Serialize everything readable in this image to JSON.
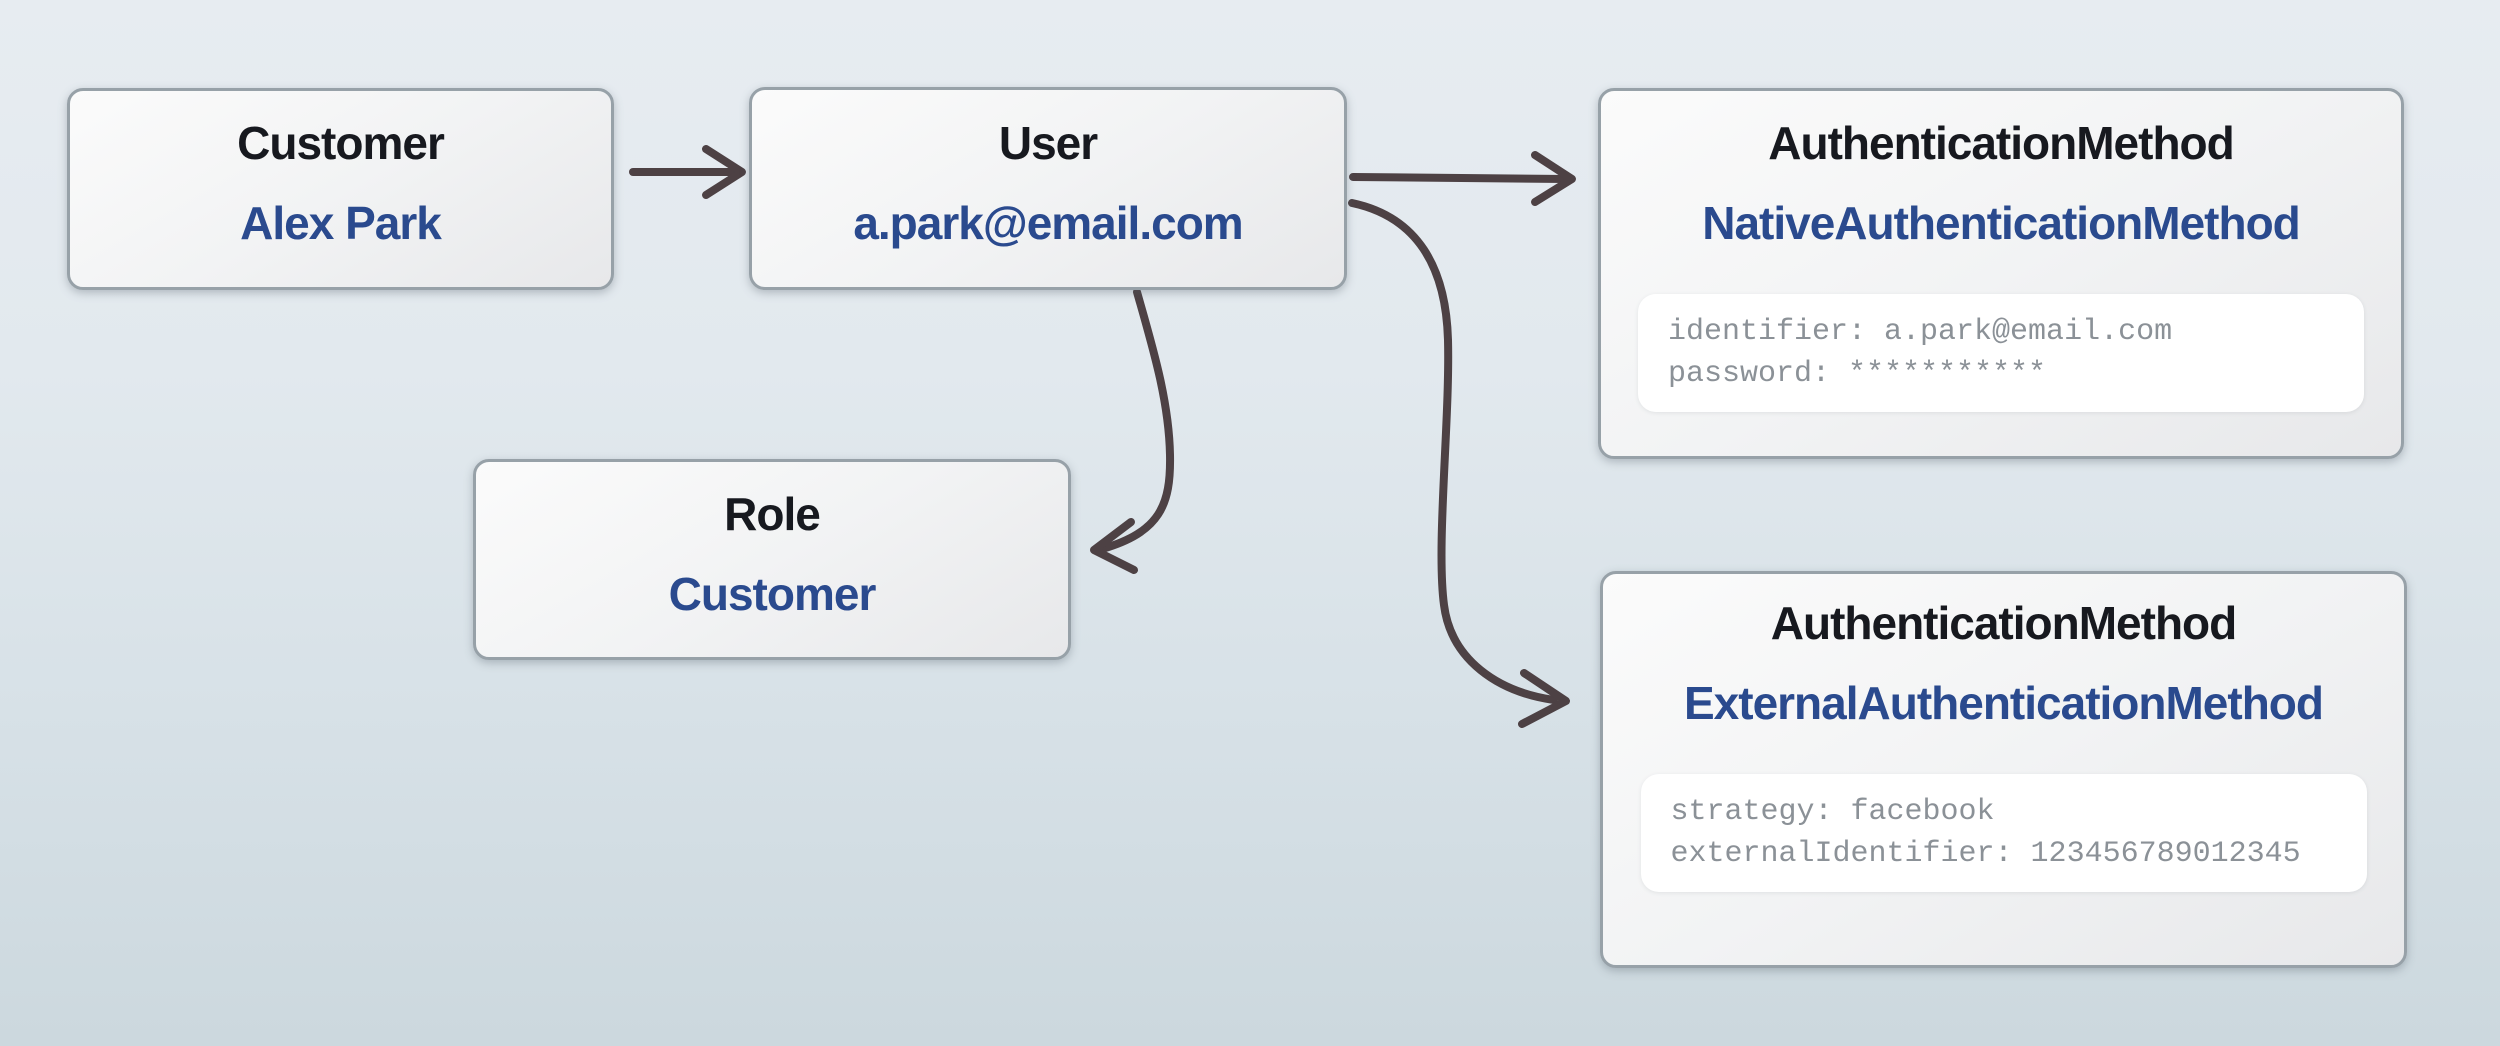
{
  "diagram": {
    "nodes": [
      {
        "id": "customer",
        "title": "Customer",
        "value": "Alex Park"
      },
      {
        "id": "user",
        "title": "User",
        "value": "a.park@email.com"
      },
      {
        "id": "role",
        "title": "Role",
        "value": "Customer"
      },
      {
        "id": "native-auth",
        "title": "AuthenticationMethod",
        "value": "NativeAuthenticationMethod",
        "attributes": [
          "identifier: a.park@email.com",
          "password: ***********"
        ]
      },
      {
        "id": "external-auth",
        "title": "AuthenticationMethod",
        "value": "ExternalAuthenticationMethod",
        "attributes": [
          "strategy: facebook",
          "externalIdentifier: 123456789012345"
        ]
      }
    ],
    "edges": [
      {
        "from": "customer",
        "to": "user"
      },
      {
        "from": "user",
        "to": "native-auth"
      },
      {
        "from": "user",
        "to": "role"
      },
      {
        "from": "user",
        "to": "external-auth"
      }
    ],
    "colors": {
      "background_top": "#e7ecf1",
      "background_bottom": "#ccd8de",
      "node_border": "#97a1a8",
      "node_fill": "#f2f3f4",
      "title_text": "#17191f",
      "value_text": "#2a4a8e",
      "attribute_text": "#8b9197",
      "attribute_panel": "#ffffff",
      "arrow": "#4d4144"
    }
  }
}
